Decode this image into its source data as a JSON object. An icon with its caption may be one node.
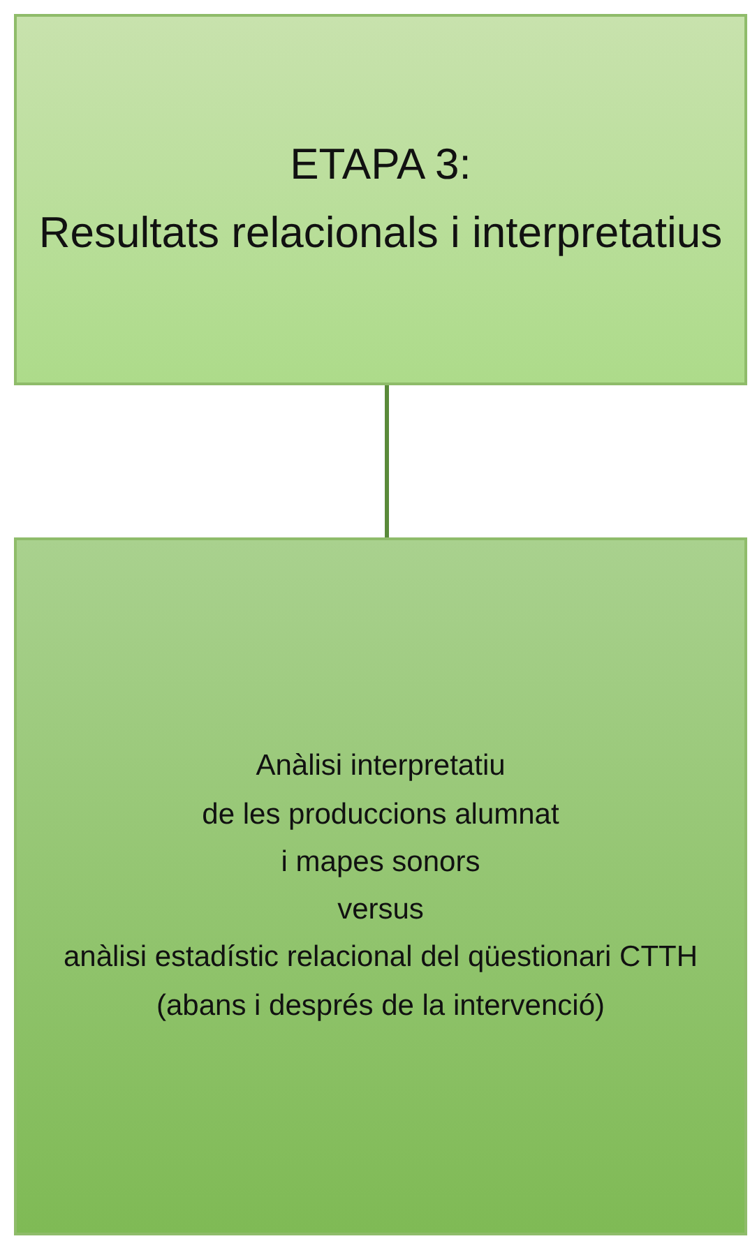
{
  "diagram": {
    "nodes": [
      {
        "text": [
          "ETAPA 3:",
          "Resultats relacionals i interpretatius"
        ]
      },
      {
        "text": [
          "Anàlisi interpretatiu",
          "de les produccions alumnat",
          "i mapes sonors",
          "versus",
          "anàlisi estadístic relacional del qüestionari CTTH",
          "(abans i després de la intervenció)"
        ]
      }
    ],
    "edges": [
      {
        "from": 0,
        "to": 1,
        "arrow": "none"
      }
    ]
  }
}
